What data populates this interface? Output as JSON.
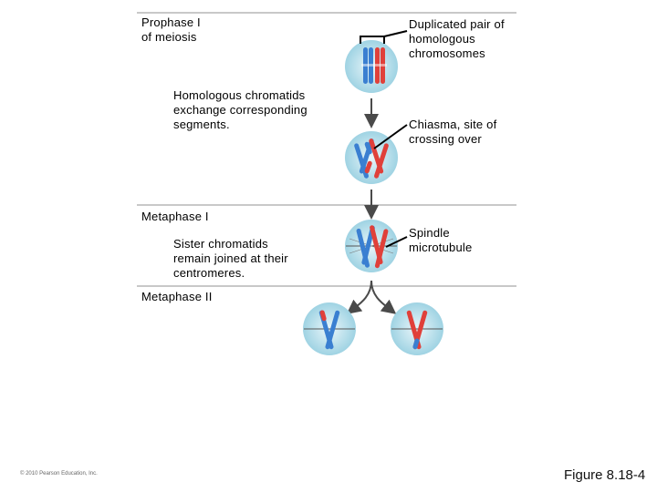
{
  "labels": {
    "prophase_title": "Prophase I\nof meiosis",
    "duplicated_pair": "Duplicated pair of\nhomologous\nchromosomes",
    "exchange": "Homologous chromatids\nexchange corresponding\nsegments.",
    "chiasma": "Chiasma, site of\ncrossing over",
    "metaphase1": "Metaphase I",
    "sister_chromatids": "Sister chromatids\nremain joined at their\ncentromeres.",
    "spindle": "Spindle\nmicrotubule",
    "metaphase2": "Metaphase II"
  },
  "footer": {
    "copyright": "© 2010 Pearson Education, Inc.",
    "figure": "Figure 8.18-4"
  },
  "colors": {
    "cell_fill": "#a9d8e6",
    "cell_center": "#e6f4f8",
    "blue_chromosome": "#3a7fd1",
    "red_chromosome": "#e0403a",
    "arrow": "#4a4a4a",
    "divider": "#c8c8c8",
    "pointer": "#000000"
  }
}
